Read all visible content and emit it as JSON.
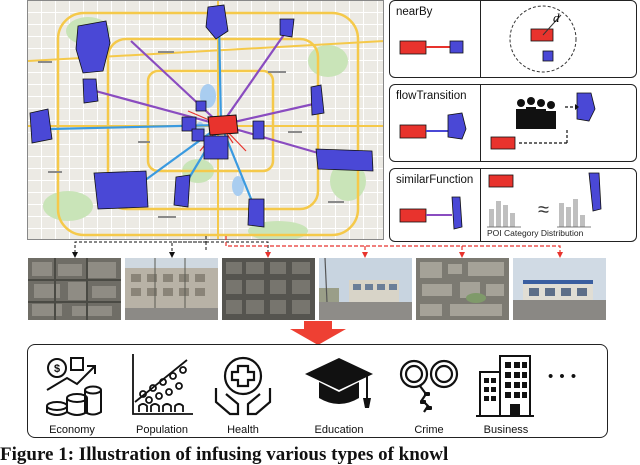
{
  "relations": {
    "near_by": "nearBy",
    "near_by_distance": "d",
    "flow_transition": "flowTransition",
    "similar_function": "similarFunction",
    "poi_distribution": "POI Category Distribution",
    "approx_symbol": "≈"
  },
  "tasks": [
    {
      "label": "Economy",
      "icon": "economy-icon"
    },
    {
      "label": "Population",
      "icon": "population-icon"
    },
    {
      "label": "Health",
      "icon": "health-icon"
    },
    {
      "label": "Education",
      "icon": "education-icon"
    },
    {
      "label": "Crime",
      "icon": "crime-icon"
    },
    {
      "label": "Business",
      "icon": "business-icon"
    }
  ],
  "more": "• • •",
  "caption": "Figure 1: Illustration of infusing various types of knowl",
  "colors": {
    "region_target": "#e8332d",
    "region_other": "#4a48d6",
    "link_blue": "#3a9ae0",
    "link_purple": "#8a4cc0",
    "arrow_red": "#e8332d"
  }
}
